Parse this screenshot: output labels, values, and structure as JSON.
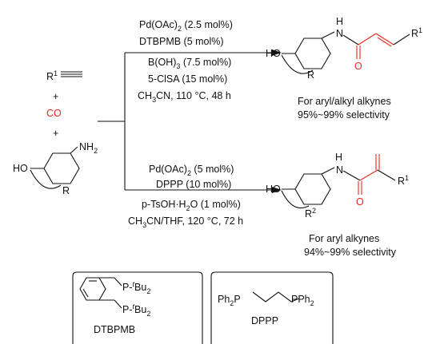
{
  "reactants": {
    "alkyne_r": "R",
    "alkyne_sup": "1",
    "plus": "+",
    "co": "CO",
    "aniline_ho": "HO",
    "aniline_nh": "NH",
    "aniline_nh_sub": "2",
    "aniline_r": "R"
  },
  "upper_route": {
    "cond1_pre": "Pd(OAc)",
    "cond1_sub": "2",
    "cond1_post": " (2.5 mol%)",
    "cond2": "DTBPMB (5 mol%)",
    "cond3_pre": "B(OH)",
    "cond3_sub": "3",
    "cond3_post": " (7.5 mol%)",
    "cond4": "5-ClSA (15 mol%)",
    "cond5_pre": "CH",
    "cond5_sub": "3",
    "cond5_post": "CN, 110 °C, 48 h",
    "product_ho": "HO",
    "product_h": "H",
    "product_n": "N",
    "product_o": "O",
    "product_r": "R",
    "product_r1": "R",
    "product_r1_sup": "1",
    "note1": "For aryl/alkyl alkynes",
    "note2": "95%~99% selectivity"
  },
  "lower_route": {
    "cond1_pre": "Pd(OAc)",
    "cond1_sub": "2",
    "cond1_post": " (5 mol%)",
    "cond2": "DPPP (10 mol%)",
    "cond3_pre": "p-TsOH·H",
    "cond3_sub": "2",
    "cond3_post": "O (1 mol%)",
    "cond4_pre": "CH",
    "cond4_sub": "3",
    "cond4_post": "CN/THF, 120 °C, 72 h",
    "product_ho": "HO",
    "product_h": "H",
    "product_n": "N",
    "product_o": "O",
    "product_r2": "R",
    "product_r2_sup": "2",
    "product_r1": "R",
    "product_r1_sup": "1",
    "note1": "For aryl alkynes",
    "note2": "94%~99% selectivity"
  },
  "ligands": {
    "dtbpmb_p": "P-",
    "dtbpmb_t": "t",
    "dtbpmb_bu": "Bu",
    "dtbpmb_sub": "2",
    "dtbpmb_name": "DTBPMB",
    "dppp_ph": "Ph",
    "dppp_sub": "2",
    "dppp_p": "P",
    "dppp_right": "PPh",
    "dppp_name": "DPPP"
  }
}
